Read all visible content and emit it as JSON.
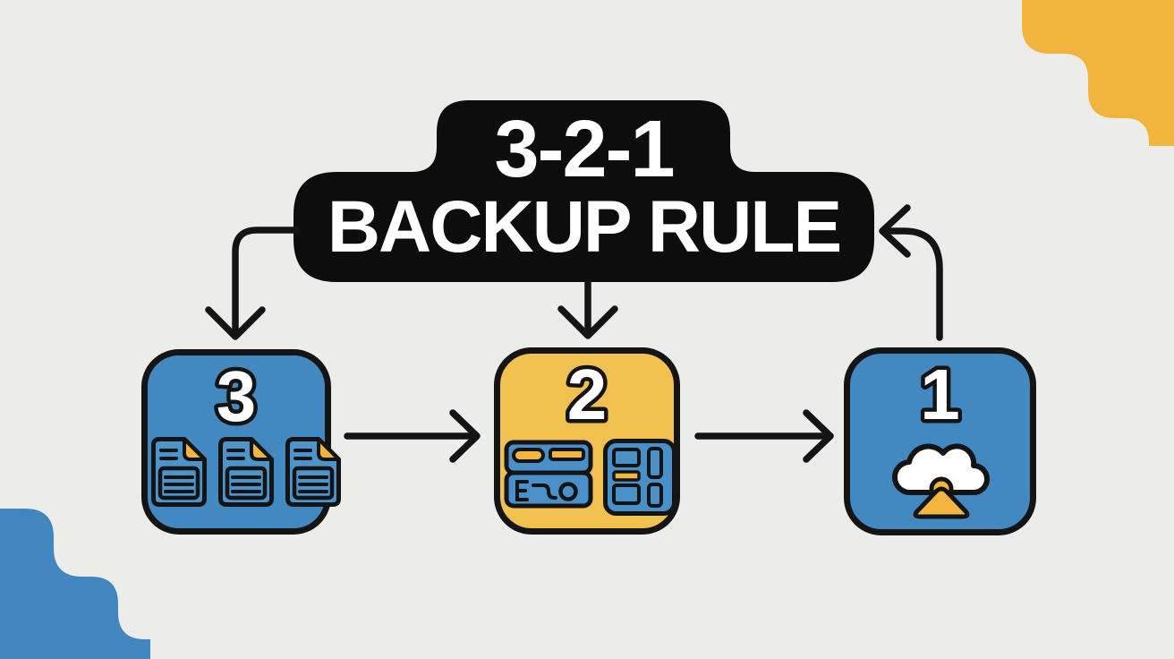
{
  "banner": {
    "line1": "3-2-1",
    "line2": "BACKUP RULE"
  },
  "boxes": [
    {
      "number": "3",
      "fill": "#4289C2",
      "icons": [
        "document-icon",
        "document-icon",
        "document-icon"
      ]
    },
    {
      "number": "2",
      "fill": "#F1C14F",
      "icons": [
        "storage-unit-icon",
        "memory-card-icon"
      ]
    },
    {
      "number": "1",
      "fill": "#4289C2",
      "icons": [
        "cloud-upload-icon"
      ]
    }
  ],
  "connections": [
    {
      "from": "banner",
      "to": "box-3"
    },
    {
      "from": "banner",
      "to": "box-2"
    },
    {
      "from": "box-3",
      "to": "box-2"
    },
    {
      "from": "box-2",
      "to": "box-1"
    },
    {
      "from": "box-1",
      "to": "banner"
    }
  ],
  "colors": {
    "bg": "#ECEDEB",
    "bannerbg": "#0D0D0D",
    "bannertext": "#FFFFFF",
    "outline": "#141414",
    "blue": "#4289C2",
    "yellow": "#F1C14F",
    "docfill": "#4D94CB",
    "devfill": "#4A90C8",
    "accent": "#F2B63F",
    "blobyellow": "#F1B43C",
    "blobblue": "#4186BE",
    "numfill": "#FFFFFF"
  }
}
